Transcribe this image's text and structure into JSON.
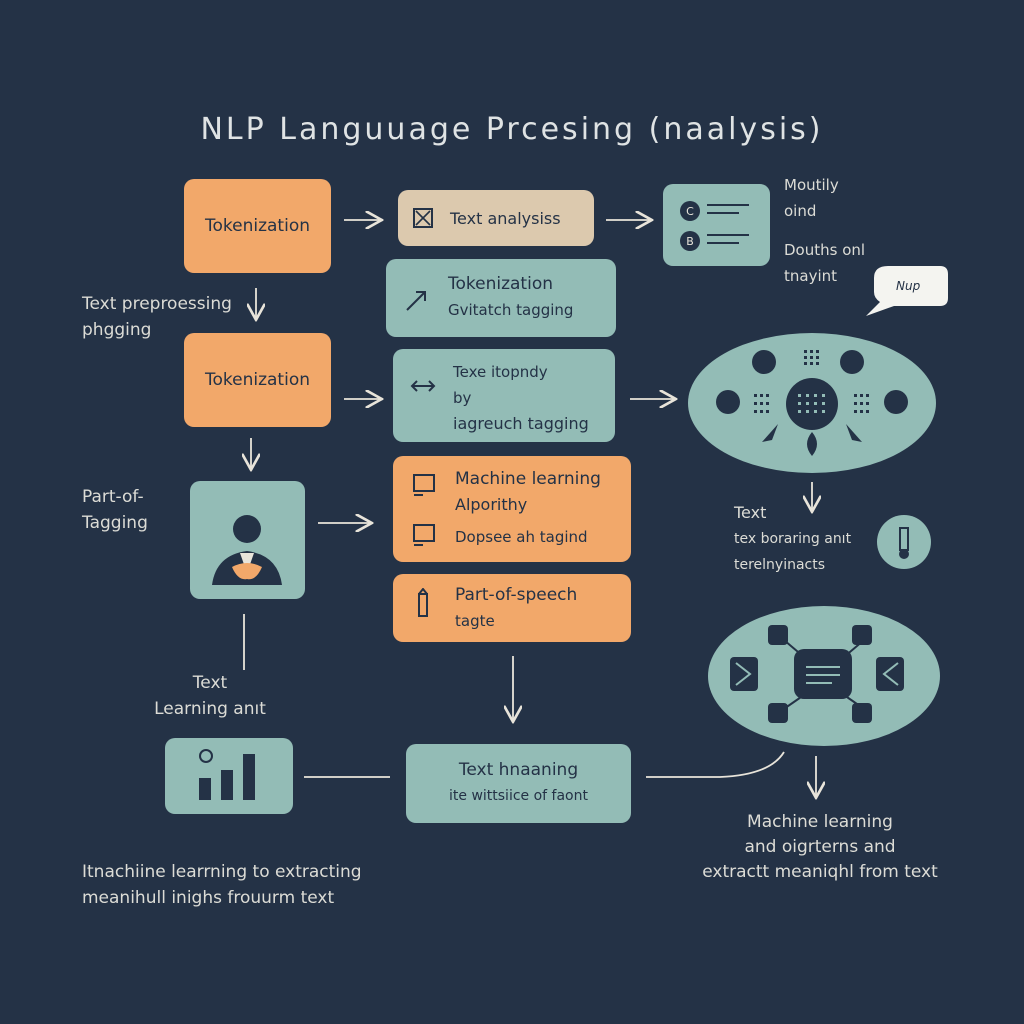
{
  "title": "NLP  Languuage Prcesing (naalysis)",
  "colors": {
    "background": "#243246",
    "orange": "#f2a86a",
    "teal": "#93bcb6",
    "beige": "#dcc9ae",
    "text": "#dcdcd6"
  },
  "left": {
    "tok1": "Tokenization",
    "preprocess": [
      "Text preproessing",
      "phgging"
    ],
    "tok2": "Tokenization",
    "pos": [
      "Part-of-",
      "Tagging"
    ],
    "text_learning": [
      "Text",
      "Learning anıt"
    ],
    "footer": [
      "Itnachiine learrning to extracting",
      "meanihull inighs frouurm text"
    ]
  },
  "middle": {
    "text_analysis": "Text analysiss",
    "box2": [
      "Tokenization",
      "Gvitatch tagging"
    ],
    "box3": [
      "Texe itopndy",
      "by",
      "iagreuch tagging"
    ],
    "box4": [
      "Machine learning",
      "Alporithy",
      "Dopsee ah tagind"
    ],
    "box5": [
      "Part-of-speech",
      "tagte"
    ],
    "bottom": [
      "Text hnaaning",
      "ite wittsiice of faont"
    ]
  },
  "right": {
    "list_labels": [
      "Moutily",
      "oind",
      "Douths onl",
      "tnayint"
    ],
    "speech_bubble": "Nup",
    "text_block": [
      "Text",
      "tex boraring anıt",
      "terelnyinacts"
    ],
    "footer": [
      "Machine learning",
      "and oigrterns and",
      "extractt meaniqhl from text"
    ]
  }
}
